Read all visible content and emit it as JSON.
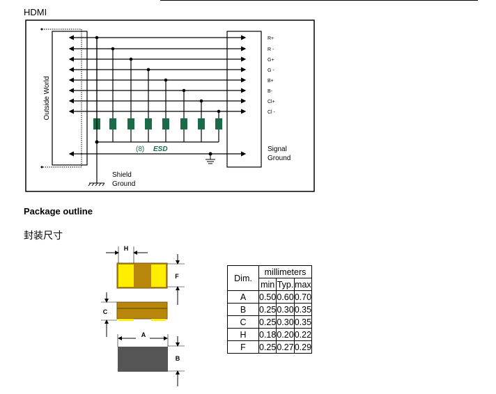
{
  "section_title": "HDMI",
  "diagram": {
    "left_label": "Outside World",
    "signals": [
      "R+",
      "R -",
      "G+",
      "G -",
      "B+",
      "B-",
      "Cl+",
      "Cl -"
    ],
    "esd_label_count": "(8)",
    "esd_label": "ESD",
    "signal_ground": [
      "Signal",
      "Ground"
    ],
    "shield_ground": [
      "Shield",
      "Ground"
    ],
    "esd_color": "#1a6b48"
  },
  "package_title": "Package outline",
  "package_title_cn": "封装尺寸",
  "package_drawing": {
    "labels": [
      "H",
      "F",
      "C",
      "A",
      "B"
    ]
  },
  "table": {
    "dim_header": "Dim.",
    "unit_header": "millimeters",
    "sub_headers": [
      "min",
      "Typ.",
      "max"
    ],
    "rows": [
      [
        "A",
        "0.50",
        "0.60",
        "0.70"
      ],
      [
        "B",
        "0.25",
        "0.30",
        "0.35"
      ],
      [
        "C",
        "0.25",
        "0.30",
        "0.35"
      ],
      [
        "H",
        "0.18",
        "0.20",
        "0.22"
      ],
      [
        "F",
        "0.25",
        "0.27",
        "0.29"
      ]
    ]
  }
}
